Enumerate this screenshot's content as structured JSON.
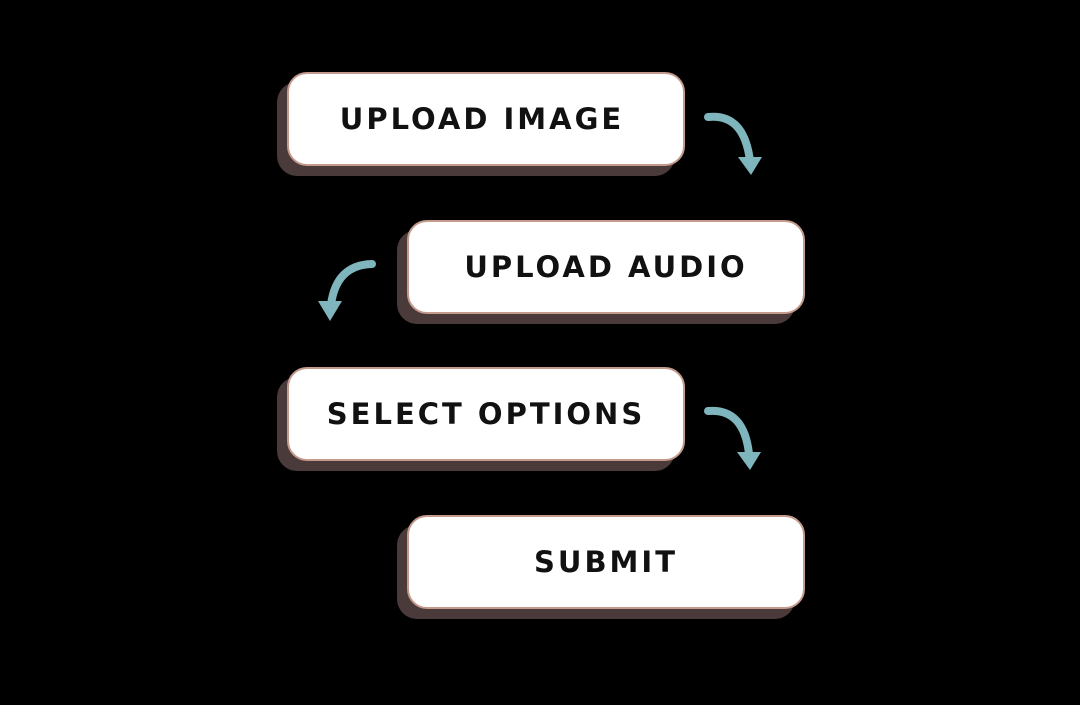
{
  "flow": {
    "steps": [
      {
        "label": "UPLOAD IMAGE"
      },
      {
        "label": "UPLOAD AUDIO"
      },
      {
        "label": "SELECT OPTIONS"
      },
      {
        "label": "SUBMIT"
      }
    ]
  },
  "colors": {
    "background": "#000000",
    "box_fill": "#ffffff",
    "box_border": "#c49a8c",
    "box_shadow": "#4a3a3a",
    "arrow": "#7fb5bd",
    "text": "#111111"
  },
  "icons": {
    "connector": "curved-arrow-icon"
  }
}
